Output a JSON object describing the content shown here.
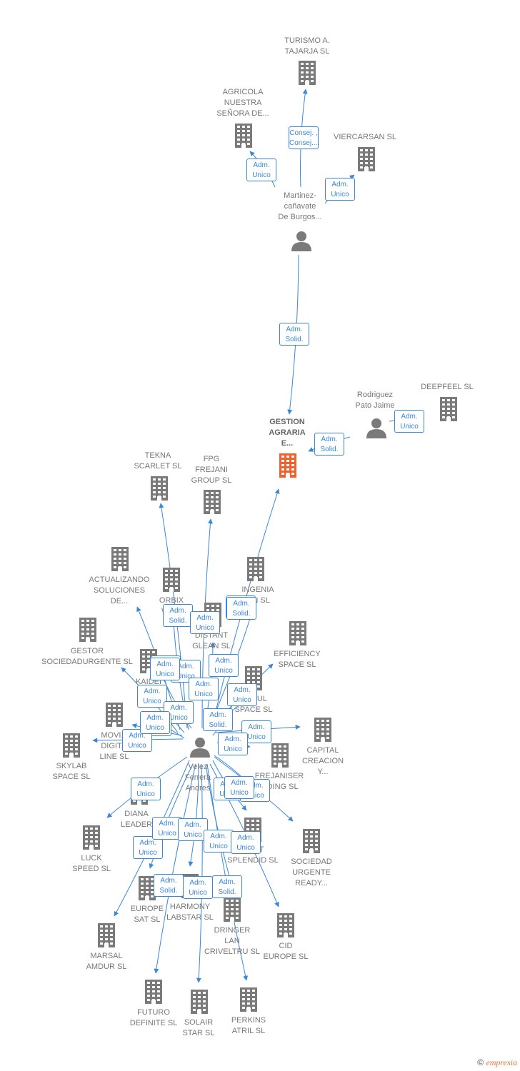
{
  "colors": {
    "edge": "#3a87d8",
    "node": "#7a7a7a",
    "highlight": "#f0622d"
  },
  "nodes": [
    {
      "id": "turismo",
      "type": "company",
      "label": "TURISMO A.\nTAJARJA  SL"
    },
    {
      "id": "agricola",
      "type": "company",
      "label": "AGRICOLA\nNUESTRA\nSEÑORA DE..."
    },
    {
      "id": "viercarsan",
      "type": "company",
      "label": "VIERCARSAN  SL"
    },
    {
      "id": "martinez",
      "type": "person",
      "label": "Martinez-\ncañavate\nDe Burgos..."
    },
    {
      "id": "gestion",
      "type": "company",
      "label": "GESTION\nAGRARIA\nE...",
      "main": true
    },
    {
      "id": "rodriguez",
      "type": "person",
      "label": "Rodriguez\nPato Jaime"
    },
    {
      "id": "deepfeel",
      "type": "company",
      "label": "DEEPFEEL  SL"
    },
    {
      "id": "tekna",
      "type": "company",
      "label": "TEKNA\nSCARLET  SL"
    },
    {
      "id": "fpg",
      "type": "company",
      "label": "FPG\nFREJANI\nGROUP  SL"
    },
    {
      "id": "actualizando",
      "type": "company",
      "label": "ACTUALIZANDO\nSOLUCIONES\nDE..."
    },
    {
      "id": "orbix",
      "type": "company",
      "label": "ORBIX\nWO..."
    },
    {
      "id": "ingenia",
      "type": "company",
      "label": "INGENIA\n...N  SL"
    },
    {
      "id": "distant",
      "type": "company",
      "label": "DISTANT\nGLEAN  SL"
    },
    {
      "id": "gestor",
      "type": "company",
      "label": "GESTOR\nSOCIEDADURGENTE SL"
    },
    {
      "id": "efficiency",
      "type": "company",
      "label": "EFFICIENCY\nSPACE SL"
    },
    {
      "id": "kaidei",
      "type": "company",
      "label": "KAIDEI\nMA..."
    },
    {
      "id": "wonderful",
      "type": "company",
      "label": "...RFUL\nSPACE  SL"
    },
    {
      "id": "movi",
      "type": "company",
      "label": "MOVI...\nDIGIT...\nLINE SL"
    },
    {
      "id": "skylab",
      "type": "company",
      "label": "SKYLAB\nSPACE  SL"
    },
    {
      "id": "capital",
      "type": "company",
      "label": "CAPITAL\nCREACION\nY..."
    },
    {
      "id": "frejaniser",
      "type": "company",
      "label": "FREJANISER\n...DING  SL"
    },
    {
      "id": "velez",
      "type": "person",
      "label": "Velez\nFerrera\nAndres"
    },
    {
      "id": "diana",
      "type": "company",
      "label": "DIANA\nLEADER"
    },
    {
      "id": "luck",
      "type": "company",
      "label": "LUCK\nSPEED  SL"
    },
    {
      "id": "splendid",
      "type": "company",
      "label": "...ANT\nSPLENDID  SL"
    },
    {
      "id": "sociedad",
      "type": "company",
      "label": "SOCIEDAD\nURGENTE\nREADY..."
    },
    {
      "id": "europesat",
      "type": "company",
      "label": "EUROPE\nSAT  SL"
    },
    {
      "id": "harmony",
      "type": "company",
      "label": "HARMONY\nLABSTAR SL"
    },
    {
      "id": "dringer",
      "type": "company",
      "label": "DRINGER\nLAN\nCRIVELTRU SL"
    },
    {
      "id": "cid",
      "type": "company",
      "label": "CID\nEUROPE  SL"
    },
    {
      "id": "marsal",
      "type": "company",
      "label": "MARSAL\nAMDUR  SL"
    },
    {
      "id": "futuro",
      "type": "company",
      "label": "FUTURO\nDEFINITE  SL"
    },
    {
      "id": "solair",
      "type": "company",
      "label": "SOLAIR\nSTAR  SL"
    },
    {
      "id": "perkins",
      "type": "company",
      "label": "PERKINS\nATRIL  SL"
    }
  ],
  "edges": [
    {
      "from": "martinez",
      "to": "turismo",
      "label": "Consej. ,\nConsej...."
    },
    {
      "from": "martinez",
      "to": "agricola",
      "label": "Adm.\nUnico"
    },
    {
      "from": "martinez",
      "to": "viercarsan",
      "label": "Adm.\nUnico"
    },
    {
      "from": "martinez",
      "to": "gestion",
      "label": "Adm.\nSolid."
    },
    {
      "from": "rodriguez",
      "to": "gestion",
      "label": "Adm.\nSolid."
    },
    {
      "from": "rodriguez",
      "to": "deepfeel",
      "label": "Adm.\nUnico"
    },
    {
      "from": "velez",
      "to": "gestion",
      "label": "Adm.\nSolid."
    },
    {
      "from": "velez",
      "to": "tekna",
      "label": "Adm.\nSolid."
    },
    {
      "from": "velez",
      "to": "fpg",
      "label": "Adm.\nUnico"
    },
    {
      "from": "velez",
      "to": "actualizando",
      "label": "Adm.\nUnico"
    },
    {
      "from": "velez",
      "to": "orbix",
      "label": "Adm.\nUnico"
    },
    {
      "from": "velez",
      "to": "distant",
      "label": "Adm.\nUnico"
    },
    {
      "from": "velez",
      "to": "efficiency",
      "label": "Adm.\nUnico"
    },
    {
      "from": "velez",
      "to": "gestor",
      "label": "Adm.\nUnico"
    },
    {
      "from": "velez",
      "to": "kaidei",
      "label": "Adm.\nUnico"
    },
    {
      "from": "velez",
      "to": "wonderful",
      "label": "Adm.\nSolid."
    },
    {
      "from": "velez",
      "to": "movi",
      "label": "Adm.\nUnico"
    },
    {
      "from": "velez",
      "to": "skylab",
      "label": "Adm.\nUnico"
    },
    {
      "from": "velez",
      "to": "capital",
      "label": "Adm.\nUnico"
    },
    {
      "from": "velez",
      "to": "frejaniser",
      "label": "Adm.\nUnico"
    },
    {
      "from": "velez",
      "to": "diana",
      "label": "Adm.\nUnico"
    },
    {
      "from": "velez",
      "to": "luck",
      "label": "Adm.\nUnico"
    },
    {
      "from": "velez",
      "to": "splendid",
      "label": "Adm.\nUnico"
    },
    {
      "from": "velez",
      "to": "sociedad",
      "label": "Adm.\nUnico"
    },
    {
      "from": "velez",
      "to": "europesat",
      "label": "Adm.\nUnico"
    },
    {
      "from": "velez",
      "to": "harmony",
      "label": "Adm.\nUnico"
    },
    {
      "from": "velez",
      "to": "dringer",
      "label": "Adm.\nUnico"
    },
    {
      "from": "velez",
      "to": "cid",
      "label": "Adm.\nUnico"
    },
    {
      "from": "velez",
      "to": "marsal",
      "label": "Adm.\nSolid."
    },
    {
      "from": "velez",
      "to": "futuro",
      "label": "Adm.\nUnico"
    },
    {
      "from": "velez",
      "to": "solair",
      "label": "Adm.\nSolid."
    },
    {
      "from": "velez",
      "to": "perkins",
      "label": "Adm.\nSolid."
    },
    {
      "from": "velez",
      "to": "ingenia",
      "label": "Adm.\nUnico"
    },
    {
      "from": "velez",
      "to": "kaidei",
      "label": "Adm.\nUnico"
    },
    {
      "from": "velez",
      "to": "movi",
      "label": "Adm.\nUnico"
    },
    {
      "from": "velez",
      "to": "wonderful",
      "label": "Adm.\nUnico"
    }
  ],
  "footer": {
    "copyright": "©",
    "brand_e": "e",
    "brand_rest": "mpresia"
  }
}
